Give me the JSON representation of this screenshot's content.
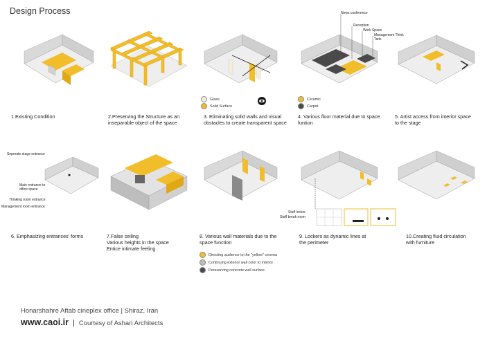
{
  "title": "Design Process",
  "colors": {
    "yellow": "#f2bd2a",
    "wall": "#d9d9d9",
    "wall_dark": "#bdbdbd",
    "floor": "#eeeeee",
    "dark": "#4a4a4a"
  },
  "steps": [
    {
      "caption": "1.Existing Condition"
    },
    {
      "caption": "2.Preserving the Structure as an\ninseparable object of the space"
    },
    {
      "caption": "3. Eliminating solid walls and visual\nobstacles to create transparent space"
    },
    {
      "caption": "4. Various floor material due to space\nfuntion"
    },
    {
      "caption": "5. Artist access from interior space\nto the stage"
    },
    {
      "caption": "6. Emphasizing entrances' forms"
    },
    {
      "caption": "7.False ceiling\nVarious heights in the space\nEntice intimate feeling"
    },
    {
      "caption": "8. Various wall materials due to the\nspace function"
    },
    {
      "caption": "9. Lockers as dynamic lines at\nthe perimeter"
    },
    {
      "caption": "10.Creating fluid circulation\nwith furniture"
    }
  ],
  "legend3": [
    {
      "label": "Glass",
      "color": "#f4eddc"
    },
    {
      "label": "Solid Surface",
      "color": "#f2bd2a"
    }
  ],
  "legend4": [
    {
      "label": "Ceramic",
      "color": "#f2bd2a"
    },
    {
      "label": "Carpet",
      "color": "#4a4a4a"
    }
  ],
  "legend8": [
    {
      "label": "Directing audience to the \"yellow\" cinema",
      "color": "#f2bd2a"
    },
    {
      "label": "Continuing exterior wall color to interior",
      "color": "#bdbdbd"
    },
    {
      "label": "Pereserving concrete wall surface",
      "color": "#4a4a4a"
    }
  ],
  "labels4": [
    "News conference",
    "Reception",
    "Work Space",
    "Management Think Tank"
  ],
  "labels6": [
    "Seperate stage entrance",
    "Main entrance to office space",
    "Thinking room entrance",
    "Management room entrance"
  ],
  "labels9": [
    "Staff locker",
    "Staff break room"
  ],
  "footer": {
    "line1": "Honarshahre Aftab cineplex office  |  Shiraz, Iran",
    "website": "www.caoi.ir",
    "separator": "|",
    "courtesy": "Courtesy of Ashari Architects"
  }
}
